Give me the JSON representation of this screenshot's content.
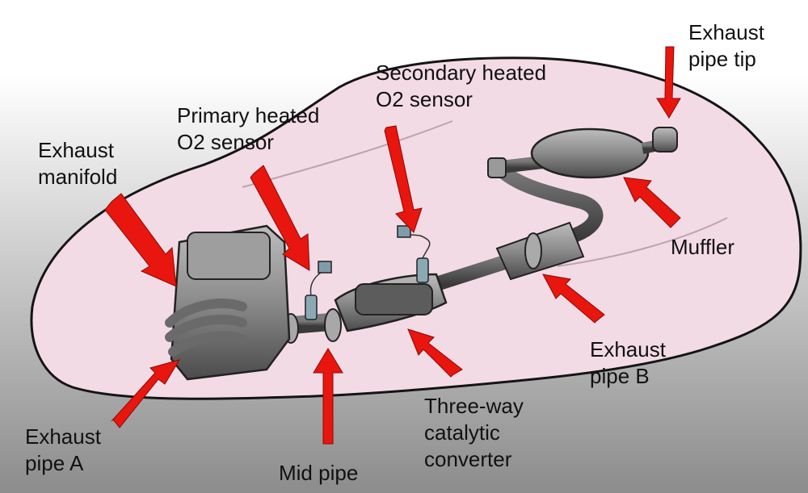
{
  "colors": {
    "background_top": "#ffffff",
    "background_bottom": "#8c8c8c",
    "car_fill": "#f3dbe6",
    "arrow": "#e8160e",
    "component": "#8a8a8a",
    "component_dark": "#4b4b4b"
  },
  "labels": {
    "exhaust_pipe_tip": [
      "Exhaust",
      "pipe tip"
    ],
    "secondary_o2_sensor": [
      "Secondary heated",
      "O2 sensor"
    ],
    "primary_o2_sensor": [
      "Primary heated",
      "O2 sensor"
    ],
    "exhaust_manifold": [
      "Exhaust",
      "manifold"
    ],
    "muffler": [
      "Muffler"
    ],
    "exhaust_pipe_b": [
      "Exhaust",
      "pipe B"
    ],
    "three_way_catalytic_converter": [
      "Three-way",
      "catalytic",
      "converter"
    ],
    "exhaust_pipe_a": [
      "Exhaust",
      "pipe A"
    ],
    "mid_pipe": [
      "Mid pipe"
    ]
  }
}
